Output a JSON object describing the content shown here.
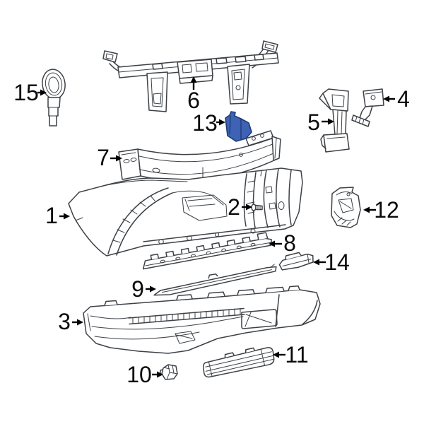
{
  "figure": {
    "kind": "exploded-parts-line-diagram",
    "subject": "rear-bumper-assembly",
    "background_color": "#ffffff",
    "line_color": "#3d4146",
    "label_color": "#0a0a0a",
    "highlight": {
      "fill": "#3e63b4",
      "stroke": "#1d3a78",
      "applies_to_callout": "13"
    }
  },
  "callouts": [
    {
      "label": "1",
      "part": "rear-bumper-upper-cover",
      "highlighted": false
    },
    {
      "label": "2",
      "part": "screw-fastener",
      "highlighted": false
    },
    {
      "label": "3",
      "part": "rear-bumper-lower-cover",
      "highlighted": false
    },
    {
      "label": "4",
      "part": "outer-support-bracket",
      "highlighted": false
    },
    {
      "label": "5",
      "part": "inner-support-bracket",
      "highlighted": false
    },
    {
      "label": "6",
      "part": "upper-mounting-bracket-assembly",
      "highlighted": false
    },
    {
      "label": "7",
      "part": "bumper-impact-bar",
      "highlighted": false
    },
    {
      "label": "8",
      "part": "upper-molding-strip",
      "highlighted": false
    },
    {
      "label": "9",
      "part": "lower-molding-strip",
      "highlighted": false
    },
    {
      "label": "10",
      "part": "retainer-clip",
      "highlighted": false
    },
    {
      "label": "11",
      "part": "lower-step-pad",
      "highlighted": false
    },
    {
      "label": "12",
      "part": "side-mounting-bracket",
      "highlighted": false
    },
    {
      "label": "13",
      "part": "mounting-bracket-highlighted",
      "highlighted": true
    },
    {
      "label": "14",
      "part": "molding-end-strip",
      "highlighted": false
    },
    {
      "label": "15",
      "part": "tow-hook",
      "highlighted": false
    }
  ]
}
